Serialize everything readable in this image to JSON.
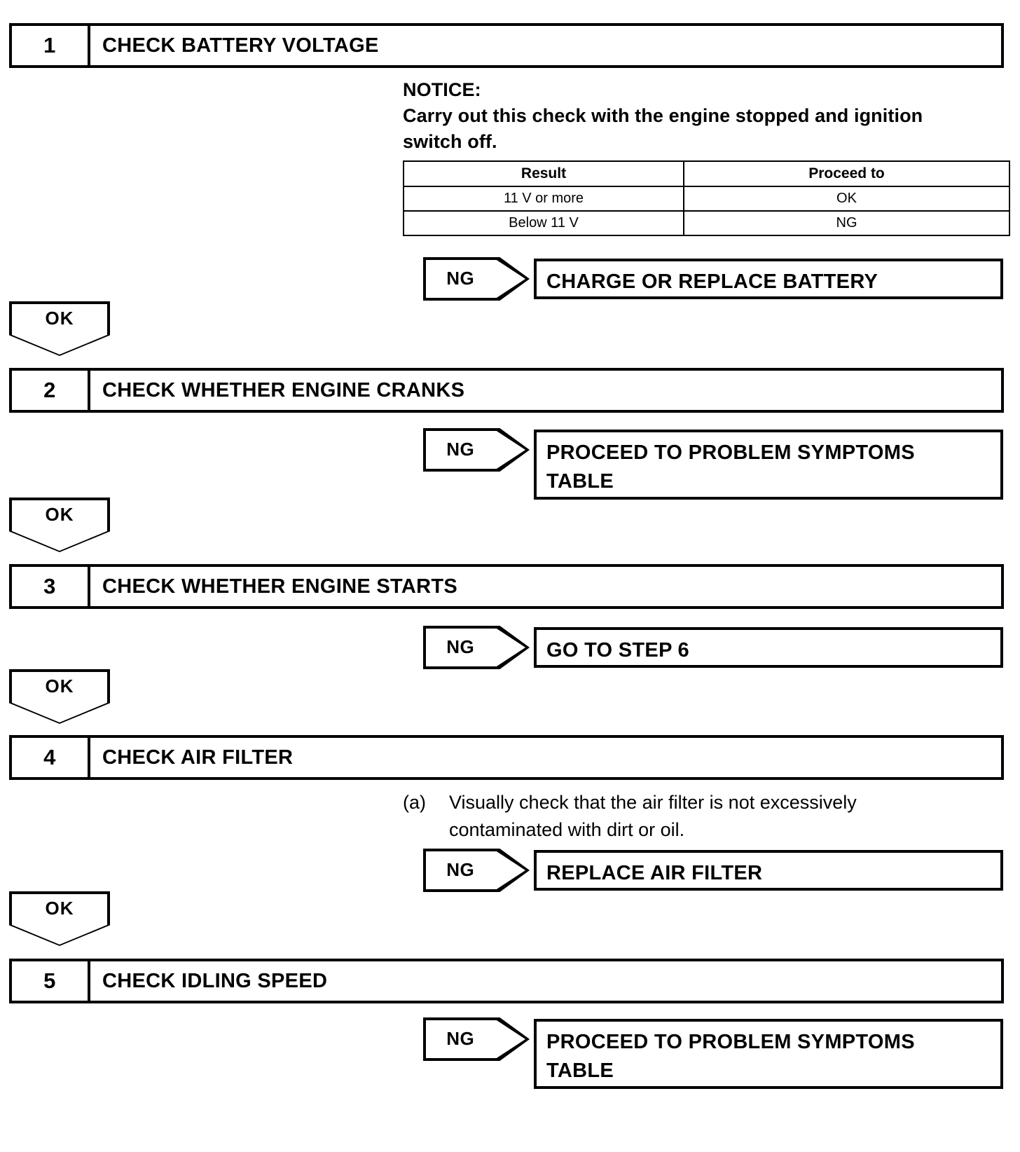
{
  "document": {
    "type": "troubleshooting-flowchart",
    "title": "Engine Starting / Idling Diagnostic Flow"
  },
  "steps": [
    {
      "number": "1",
      "title": "CHECK BATTERY VOLTAGE",
      "notice": {
        "heading": "NOTICE:",
        "line1": "Carry out this check with the engine stopped and ignition",
        "line2": "switch off."
      },
      "table": {
        "headers": [
          "Result",
          "Proceed to"
        ],
        "rows": [
          [
            "11 V or more",
            "OK"
          ],
          [
            "Below 11 V",
            "NG"
          ]
        ]
      },
      "ng": {
        "label": "NG",
        "action_line1": "CHARGE OR REPLACE BATTERY",
        "action_line2": ""
      },
      "ok": {
        "label": "OK"
      }
    },
    {
      "number": "2",
      "title": "CHECK WHETHER ENGINE CRANKS",
      "ng": {
        "label": "NG",
        "action_line1": "PROCEED TO PROBLEM SYMPTOMS",
        "action_line2": "TABLE"
      },
      "ok": {
        "label": "OK"
      }
    },
    {
      "number": "3",
      "title": "CHECK WHETHER ENGINE STARTS",
      "ng": {
        "label": "NG",
        "action_line1": "GO TO STEP 6",
        "action_line2": ""
      },
      "ok": {
        "label": "OK"
      }
    },
    {
      "number": "4",
      "title": "CHECK AIR FILTER",
      "instruction": {
        "marker": "(a)",
        "line1": "Visually check that the air filter is not excessively",
        "line2": "contaminated with dirt or oil."
      },
      "ng": {
        "label": "NG",
        "action_line1": "REPLACE AIR FILTER",
        "action_line2": ""
      },
      "ok": {
        "label": "OK"
      }
    },
    {
      "number": "5",
      "title": "CHECK IDLING SPEED",
      "ng": {
        "label": "NG",
        "action_line1": "PROCEED TO PROBLEM SYMPTOMS",
        "action_line2": "TABLE"
      }
    }
  ],
  "colors": {
    "ink": "#000000",
    "paper": "#ffffff"
  }
}
